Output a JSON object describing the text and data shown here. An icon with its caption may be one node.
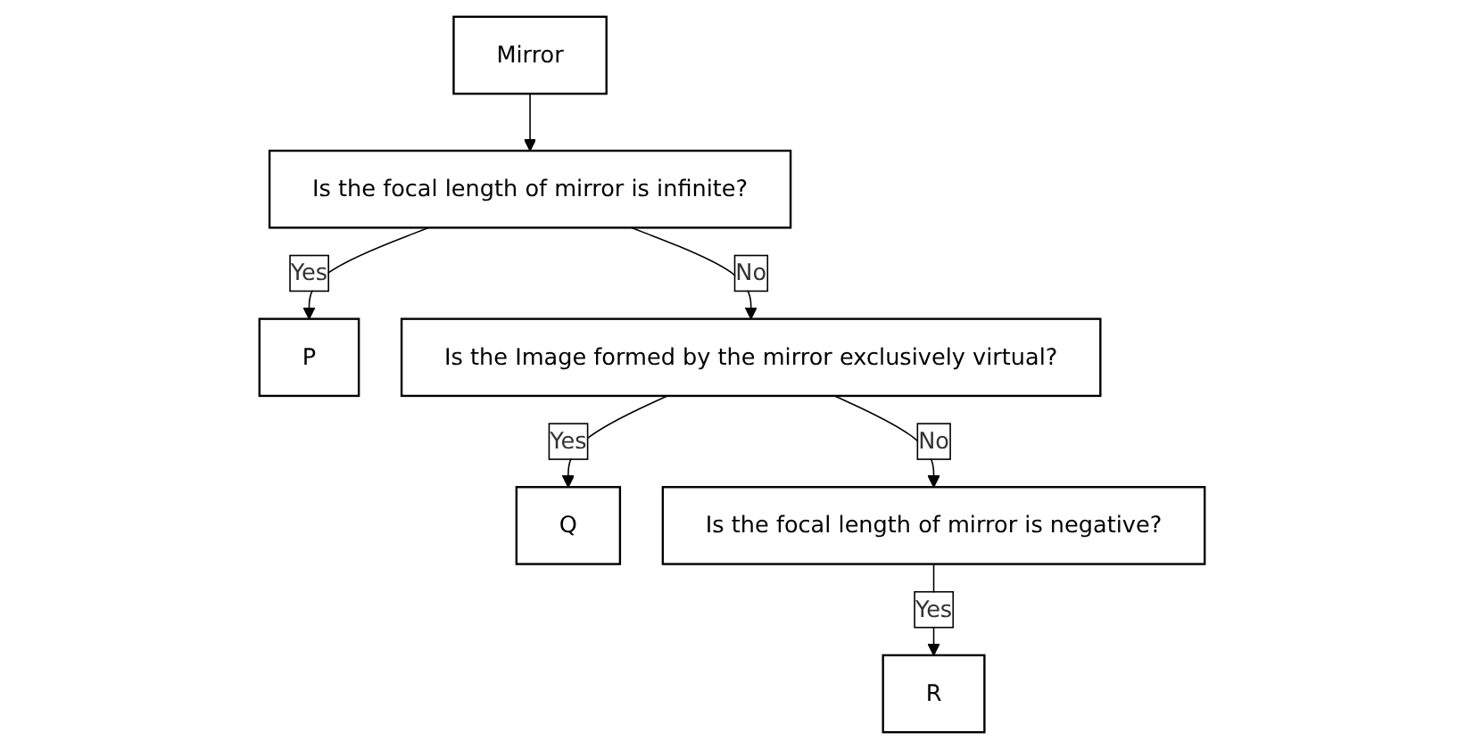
{
  "diagram": {
    "nodes": [
      {
        "text": [
          "Mirror"
        ]
      },
      {
        "text": [
          "Is the focal length of mirror is infinite?"
        ]
      },
      {
        "text": [
          "P"
        ]
      },
      {
        "text": [
          "Is the Image formed by the mirror exclusively virtual?"
        ]
      },
      {
        "text": [
          "Q"
        ]
      },
      {
        "text": [
          "Is the focal length of mirror is negative?"
        ]
      },
      {
        "text": [
          "R"
        ]
      }
    ],
    "edges": [
      {
        "from": 0,
        "to": 1,
        "arrow": "to"
      },
      {
        "from": 1,
        "to": 2,
        "arrow": "to",
        "label": "Yes"
      },
      {
        "from": 1,
        "to": 3,
        "arrow": "to",
        "label": "No"
      },
      {
        "from": 3,
        "to": 4,
        "arrow": "to",
        "label": "Yes"
      },
      {
        "from": 3,
        "to": 5,
        "arrow": "to",
        "label": "No"
      },
      {
        "from": 5,
        "to": 6,
        "arrow": "to",
        "label": "Yes"
      }
    ]
  }
}
